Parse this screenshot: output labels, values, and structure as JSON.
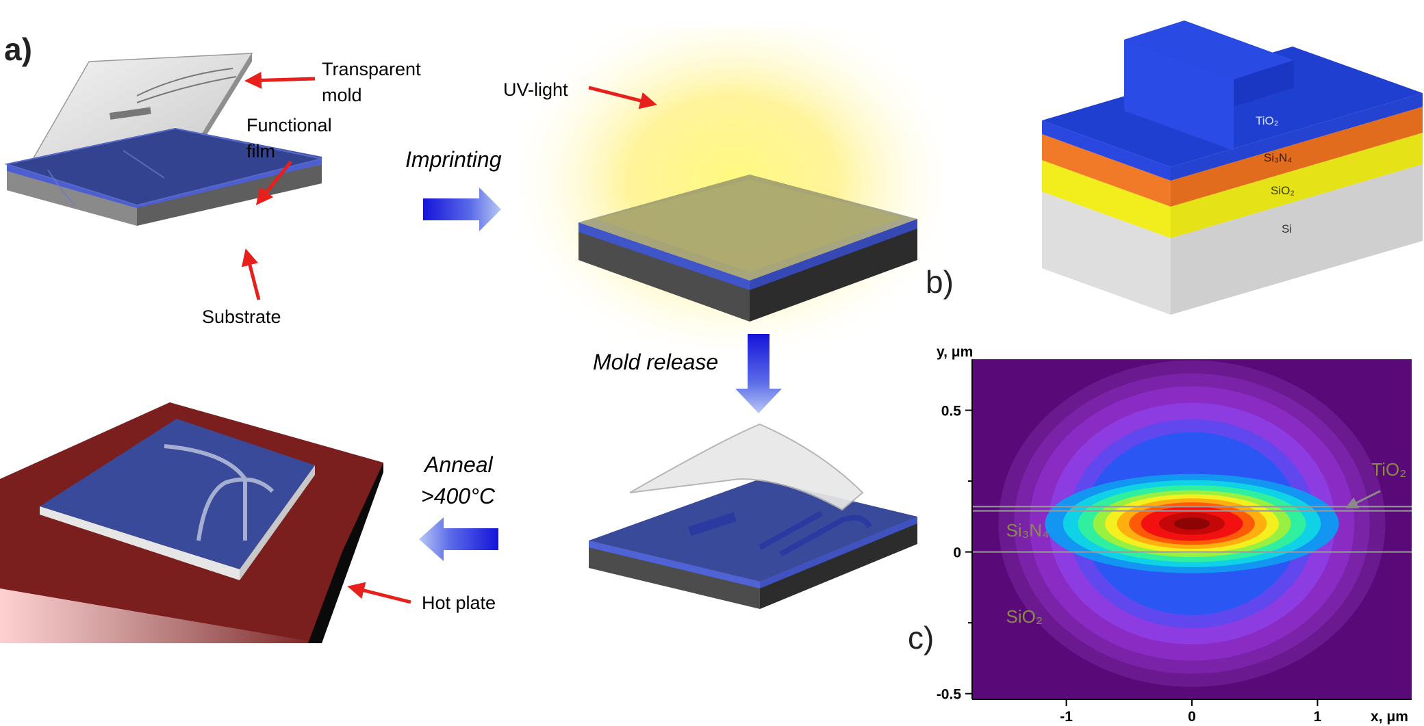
{
  "panel_labels": {
    "a": "a)",
    "b": "b)",
    "c": "c)"
  },
  "process_labels": {
    "transparent_mold_1": "Transparent",
    "transparent_mold_2": "mold",
    "functional_film_1": "Functional",
    "functional_film_2": "film",
    "substrate": "Substrate",
    "uv_light": "UV-light",
    "hot_plate": "Hot plate"
  },
  "steps": {
    "imprinting": "Imprinting",
    "mold_release": "Mold release",
    "anneal_1": "Anneal",
    "anneal_2": ">400°C"
  },
  "stack_layers": {
    "tio2": "TiO₂",
    "si3n4": "Si₃N₄",
    "sio2": "SiO₂",
    "si": "Si"
  },
  "mode_plot": {
    "ylabel": "y, μm",
    "xlabel": "x, μm",
    "x_ticks": [
      "-1",
      "0",
      "1"
    ],
    "y_ticks": [
      "0.5",
      "0",
      "-0.5"
    ],
    "xlim": [
      -1.75,
      1.75
    ],
    "ylim": [
      -0.52,
      0.68
    ],
    "material_labels": {
      "tio2": "TiO₂",
      "si3n4": "Si₃N₄",
      "sio2": "SiO₂"
    }
  },
  "colors": {
    "arrow_red": "#e8201c",
    "process_arrow": "#1a1adf",
    "tio2": "#1f3fd0",
    "si3n4": "#f07a28",
    "sio2": "#f2ee1e",
    "si": "#dcdcdc",
    "hot_plate": "#7a1e1e",
    "film": "#3a4a9a",
    "mode_background": "#5a0a78"
  }
}
